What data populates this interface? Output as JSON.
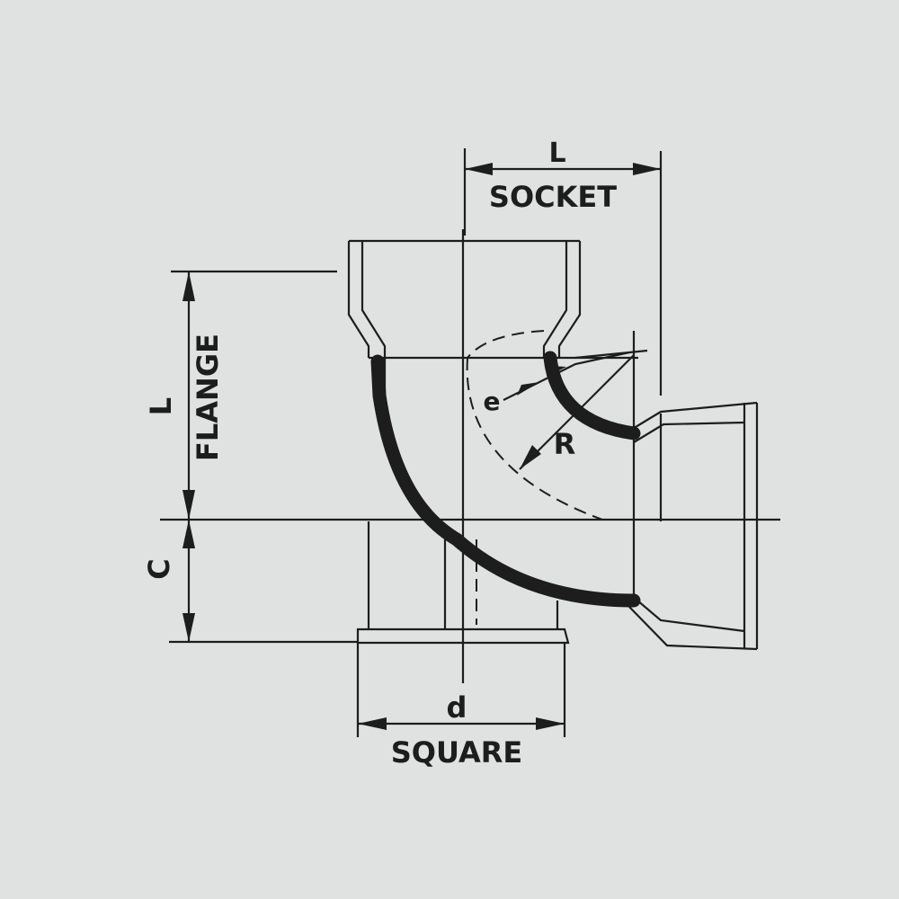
{
  "diagram": {
    "labels": {
      "socket_dim": "L",
      "socket": "SOCKET",
      "flange_dim": "L",
      "flange": "FLANGE",
      "c_dim": "C",
      "d_dim": "d",
      "square": "SQUARE",
      "e_dim": "e",
      "r_dim": "R"
    },
    "colors": {
      "background": "#dfe2e1",
      "ink": "#1d1d1d"
    }
  }
}
